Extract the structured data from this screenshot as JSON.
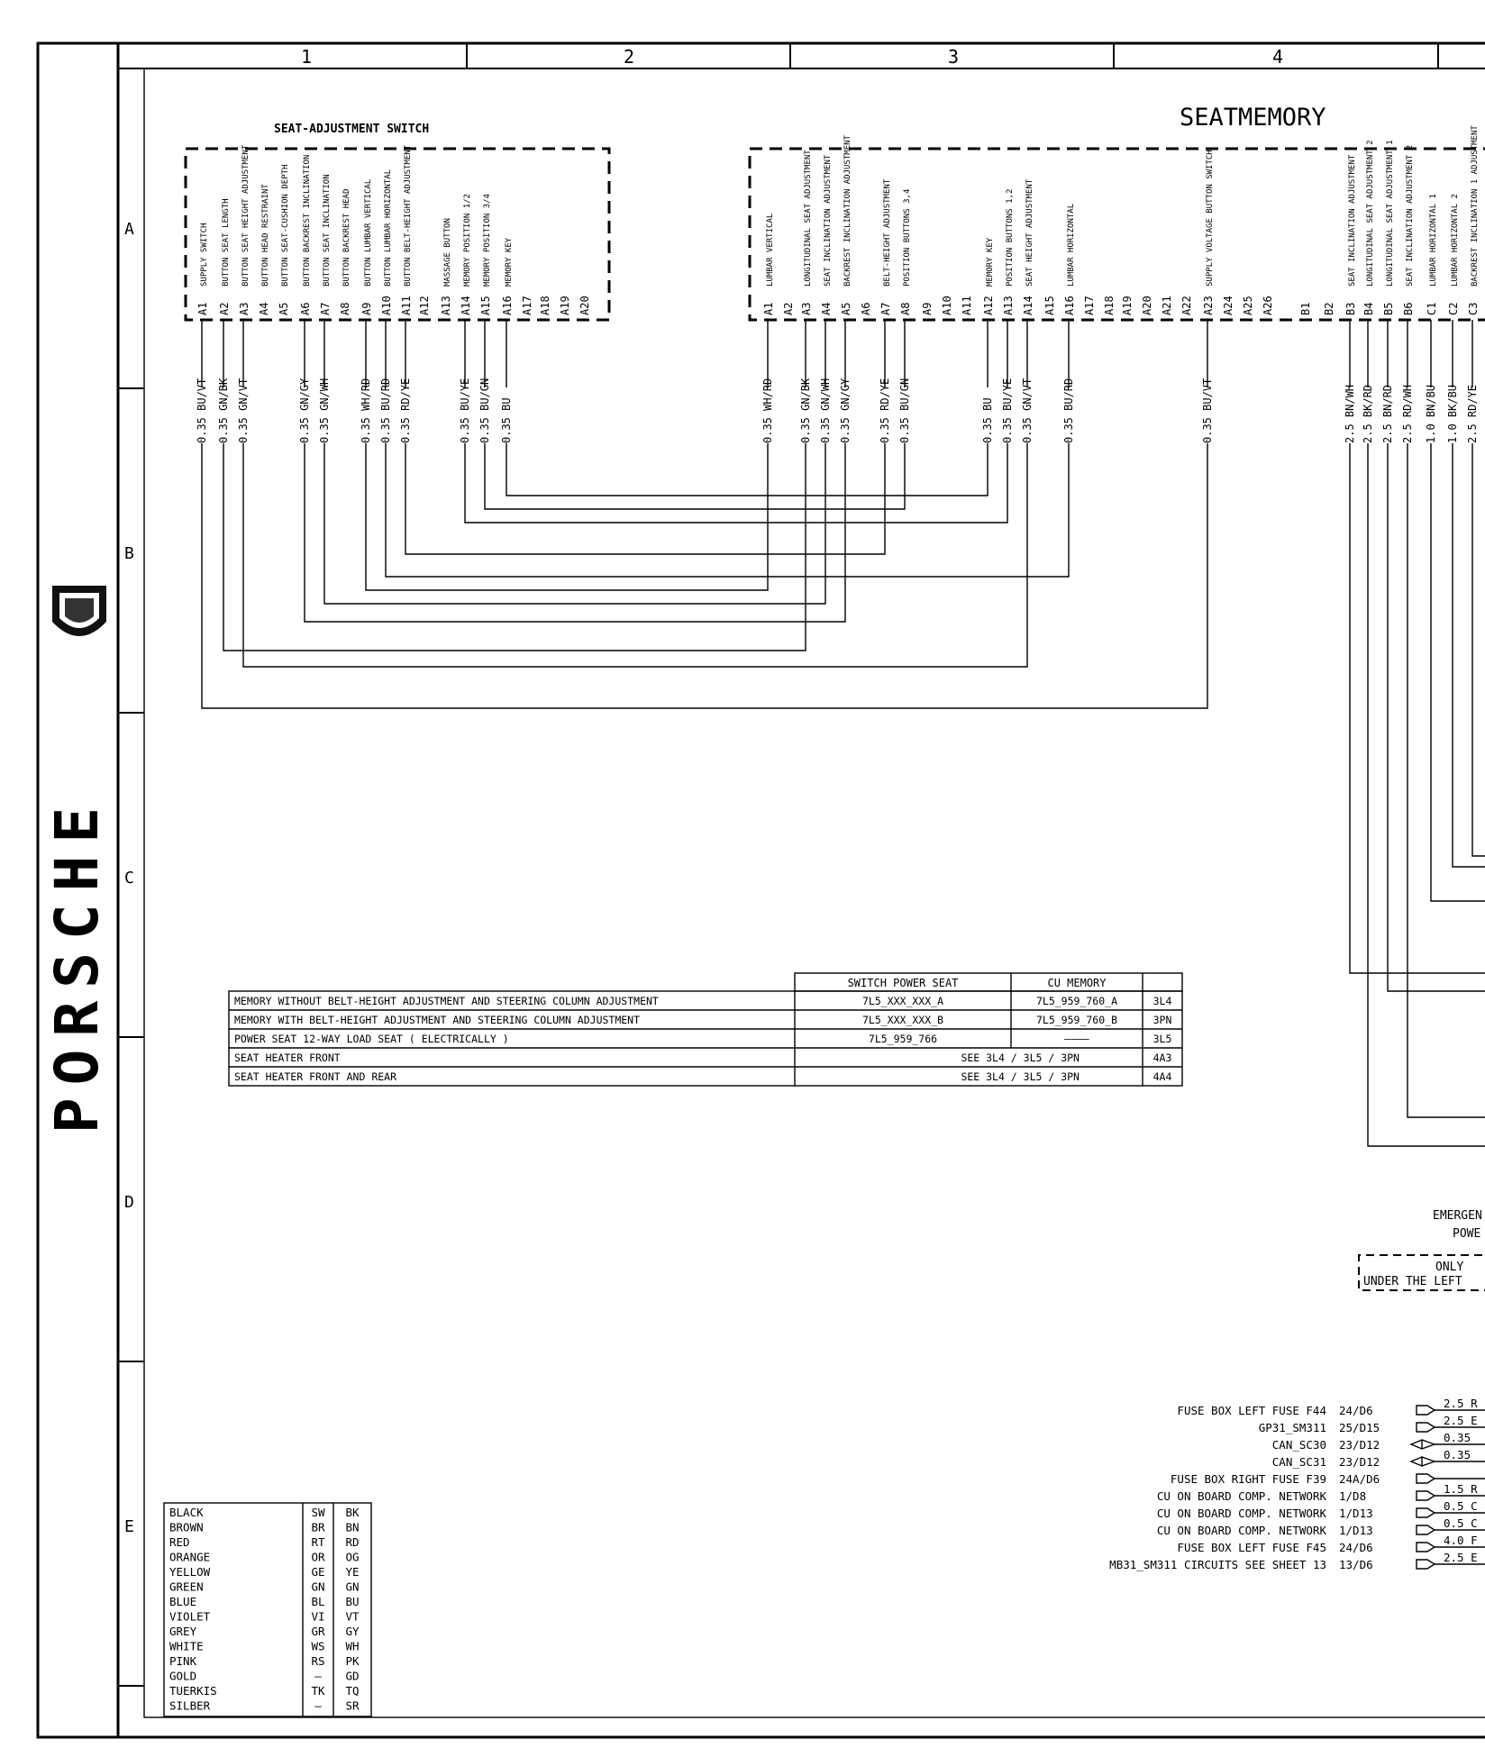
{
  "brand": {
    "name": "PORSCHE"
  },
  "columns": [
    "1",
    "2",
    "3",
    "4"
  ],
  "rows": [
    "A",
    "B",
    "C",
    "D",
    "E"
  ],
  "switch_block": {
    "title": "SEAT-ADJUSTMENT SWITCH",
    "pins": [
      {
        "pin": "A1",
        "label": "SUPPLY SWITCH",
        "wire": "0.35 BU/VT"
      },
      {
        "pin": "A2",
        "label": "BUTTON SEAT LENGTH",
        "wire": "0.35 GN/BK"
      },
      {
        "pin": "A3",
        "label": "BUTTON SEAT HEIGHT ADJUSTMENT",
        "wire": "0.35 GN/VT"
      },
      {
        "pin": "A4",
        "label": "BUTTON HEAD RESTRAINT",
        "wire": ""
      },
      {
        "pin": "A5",
        "label": "BUTTON SEAT-CUSHION DEPTH",
        "wire": ""
      },
      {
        "pin": "A6",
        "label": "BUTTON BACKREST INCLINATION",
        "wire": "0.35 GN/GY"
      },
      {
        "pin": "A7",
        "label": "BUTTON SEAT INCLINATION",
        "wire": "0.35 GN/WH"
      },
      {
        "pin": "A8",
        "label": "BUTTON BACKREST HEAD",
        "wire": ""
      },
      {
        "pin": "A9",
        "label": "BUTTON LUMBAR VERTICAL",
        "wire": "0.35 WH/RD"
      },
      {
        "pin": "A10",
        "label": "BUTTON LUMBAR HORIZONTAL",
        "wire": "0.35 BU/RD"
      },
      {
        "pin": "A11",
        "label": "BUTTON BELT-HEIGHT ADJUSTMENT",
        "wire": "0.35 RD/YE"
      },
      {
        "pin": "A12",
        "label": "",
        "wire": ""
      },
      {
        "pin": "A13",
        "label": "MASSAGE BUTTON",
        "wire": ""
      },
      {
        "pin": "A14",
        "label": "MEMORY POSITION 1/2",
        "wire": "0.35 BU/YE"
      },
      {
        "pin": "A15",
        "label": "MEMORY POSITION 3/4",
        "wire": "0.35 BU/GN"
      },
      {
        "pin": "A16",
        "label": "MEMORY KEY",
        "wire": "0.35 BU"
      },
      {
        "pin": "A17",
        "label": "",
        "wire": ""
      },
      {
        "pin": "A18",
        "label": "",
        "wire": ""
      },
      {
        "pin": "A19",
        "label": "",
        "wire": ""
      },
      {
        "pin": "A20",
        "label": "",
        "wire": ""
      }
    ]
  },
  "memory_block": {
    "title": "SEATMEMORY",
    "pins": [
      {
        "pin": "A1",
        "label": "LUMBAR VERTICAL",
        "wire": "0.35 WH/RD"
      },
      {
        "pin": "A2",
        "label": "",
        "wire": ""
      },
      {
        "pin": "A3",
        "label": "LONGITUDINAL SEAT ADJUSTMENT",
        "wire": "0.35 GN/BK"
      },
      {
        "pin": "A4",
        "label": "SEAT INCLINATION ADJUSTMENT",
        "wire": "0.35 GN/WH"
      },
      {
        "pin": "A5",
        "label": "BACKREST INCLINATION ADJUSTMENT",
        "wire": "0.35 GN/GY"
      },
      {
        "pin": "A6",
        "label": "",
        "wire": ""
      },
      {
        "pin": "A7",
        "label": "BELT-HEIGHT ADJUSTMENT",
        "wire": "0.35 RD/YE"
      },
      {
        "pin": "A8",
        "label": "POSITION BUTTONS 3,4",
        "wire": "0.35 BU/GN"
      },
      {
        "pin": "A9",
        "label": "",
        "wire": ""
      },
      {
        "pin": "A10",
        "label": "",
        "wire": ""
      },
      {
        "pin": "A11",
        "label": "",
        "wire": ""
      },
      {
        "pin": "A12",
        "label": "MEMORY KEY",
        "wire": "0.35 BU"
      },
      {
        "pin": "A13",
        "label": "POSITION BUTTONS 1,2",
        "wire": "0.35 BU/YE"
      },
      {
        "pin": "A14",
        "label": "SEAT HEIGHT ADJUSTMENT",
        "wire": "0.35 GN/VT"
      },
      {
        "pin": "A15",
        "label": "",
        "wire": ""
      },
      {
        "pin": "A16",
        "label": "LUMBAR HORIZONTAL",
        "wire": "0.35 BU/RD"
      },
      {
        "pin": "A17",
        "label": "",
        "wire": ""
      },
      {
        "pin": "A18",
        "label": "",
        "wire": ""
      },
      {
        "pin": "A19",
        "label": "",
        "wire": ""
      },
      {
        "pin": "A20",
        "label": "",
        "wire": ""
      },
      {
        "pin": "A21",
        "label": "",
        "wire": ""
      },
      {
        "pin": "A22",
        "label": "",
        "wire": ""
      },
      {
        "pin": "A23",
        "label": "SUPPLY VOLTAGE BUTTON SWITCH",
        "wire": "0.35 BU/VT"
      },
      {
        "pin": "A24",
        "label": "",
        "wire": ""
      },
      {
        "pin": "A25",
        "label": "",
        "wire": ""
      },
      {
        "pin": "A26",
        "label": "",
        "wire": ""
      },
      {
        "pin": "B1",
        "label": "",
        "wire": ""
      },
      {
        "pin": "B2",
        "label": "",
        "wire": ""
      },
      {
        "pin": "B3",
        "label": "SEAT INCLINATION ADJUSTMENT",
        "wire": "2.5 BN/WH"
      },
      {
        "pin": "B4",
        "label": "LONGITUDINAL SEAT ADJUSTMENT 2",
        "wire": "2.5 BK/RD"
      },
      {
        "pin": "B5",
        "label": "LONGITUDINAL SEAT ADJUSTMENT 1",
        "wire": "2.5 BN/RD"
      },
      {
        "pin": "B6",
        "label": "SEAT INCLINATION ADJUSTMENT 2",
        "wire": "2.5 RD/WH"
      },
      {
        "pin": "C1",
        "label": "LUMBAR HORIZONTAL 1",
        "wire": "1.0 BN/BU"
      },
      {
        "pin": "C2",
        "label": "LUMBAR HORIZONTAL 2",
        "wire": "1.0 BK/BU"
      },
      {
        "pin": "C3",
        "label": "BACKREST INCLINATION 1 ADJUSTMENT",
        "wire": "2.5 RD/YE"
      }
    ]
  },
  "variant_table": {
    "headers": [
      "SWITCH POWER SEAT",
      "CU MEMORY",
      ""
    ],
    "rows": [
      {
        "desc": "MEMORY WITHOUT BELT-HEIGHT ADJUSTMENT AND STEERING COLUMN ADJUSTMENT",
        "switch": "7L5_XXX_XXX_A",
        "cu": "7L5_959_760_A",
        "ref": "3L4"
      },
      {
        "desc": "MEMORY WITH BELT-HEIGHT ADJUSTMENT AND STEERING COLUMN ADJUSTMENT",
        "switch": "7L5_XXX_XXX_B",
        "cu": "7L5_959_760_B",
        "ref": "3PN"
      },
      {
        "desc": "POWER SEAT 12-WAY LOAD SEAT ( ELECTRICALLY )",
        "switch": "7L5_959_766",
        "cu": "————",
        "ref": "3L5"
      },
      {
        "desc": "SEAT HEATER FRONT",
        "switch": "SEE 3L4 / 3L5 / 3PN",
        "cu": "",
        "ref": "4A3"
      },
      {
        "desc": "SEAT HEATER FRONT AND REAR",
        "switch": "SEE 3L4 / 3L5 / 3PN",
        "cu": "",
        "ref": "4A4"
      }
    ]
  },
  "emergency": {
    "line1": "EMERGEN",
    "line2": "POWE",
    "note1": "ONLY",
    "note2": "UNDER THE LEFT"
  },
  "connections": [
    {
      "label": "FUSE BOX LEFT FUSE F44",
      "ref": "24/D6",
      "wire": "2.5 R"
    },
    {
      "label": "GP31_SM311",
      "ref": "25/D15",
      "wire": "2.5 E"
    },
    {
      "label": "CAN_SC30",
      "ref": "23/D12",
      "wire": "0.35"
    },
    {
      "label": "CAN_SC31",
      "ref": "23/D12",
      "wire": "0.35"
    },
    {
      "label": "FUSE BOX RIGHT FUSE F39",
      "ref": "24A/D6",
      "wire": ""
    },
    {
      "label": "CU ON BOARD COMP. NETWORK",
      "ref": "1/D8",
      "wire": "1.5 R"
    },
    {
      "label": "CU ON BOARD COMP. NETWORK",
      "ref": "1/D13",
      "wire": "0.5 C"
    },
    {
      "label": "CU ON BOARD COMP. NETWORK",
      "ref": "1/D13",
      "wire": "0.5 C"
    },
    {
      "label": "FUSE BOX LEFT FUSE F45",
      "ref": "24/D6",
      "wire": "4.0 F"
    },
    {
      "label": "MB31_SM311 CIRCUITS SEE SHEET 13",
      "ref": "13/D6",
      "wire": "2.5 E"
    }
  ],
  "color_legend": [
    {
      "name": "BLACK",
      "de": "SW",
      "en": "BK"
    },
    {
      "name": "BROWN",
      "de": "BR",
      "en": "BN"
    },
    {
      "name": "RED",
      "de": "RT",
      "en": "RD"
    },
    {
      "name": "ORANGE",
      "de": "OR",
      "en": "OG"
    },
    {
      "name": "YELLOW",
      "de": "GE",
      "en": "YE"
    },
    {
      "name": "GREEN",
      "de": "GN",
      "en": "GN"
    },
    {
      "name": "BLUE",
      "de": "BL",
      "en": "BU"
    },
    {
      "name": "VIOLET",
      "de": "VI",
      "en": "VT"
    },
    {
      "name": "GREY",
      "de": "GR",
      "en": "GY"
    },
    {
      "name": "WHITE",
      "de": "WS",
      "en": "WH"
    },
    {
      "name": "PINK",
      "de": "RS",
      "en": "PK"
    },
    {
      "name": "GOLD",
      "de": "—",
      "en": "GD"
    },
    {
      "name": "TUERKIS",
      "de": "TK",
      "en": "TQ"
    },
    {
      "name": "SILBER",
      "de": "—",
      "en": "SR"
    }
  ]
}
